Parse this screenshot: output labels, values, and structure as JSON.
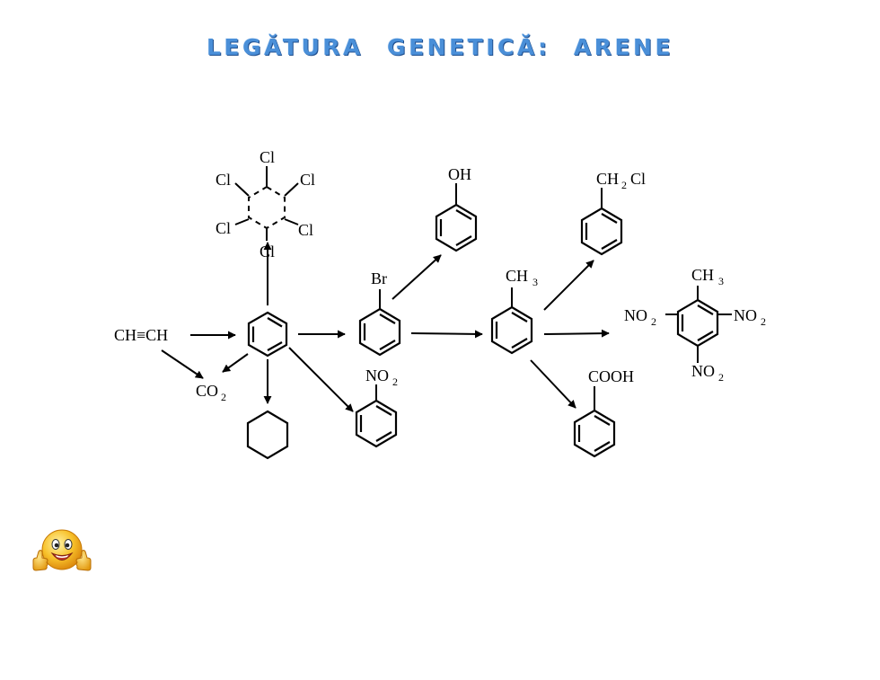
{
  "title": "LEGĂTURA  GENETICĂ:  ARENE",
  "labels": {
    "acetylene": "CH≡CH",
    "co2": "CO",
    "co2_sub": "2",
    "cl": "Cl",
    "br": "Br",
    "oh": "OH",
    "no2": "NO",
    "no2_sub": "2",
    "ch3": "CH",
    "ch3_sub": "3",
    "ch2cl_a": "CH",
    "ch2cl_sub": "2",
    "ch2cl_b": "Cl",
    "cooh": "COOH"
  },
  "icons": {
    "smiley": "thumbs-up-smiley-icon"
  },
  "colors": {
    "title": "#4a8fd8",
    "title_shadow": "#1f4f8f",
    "ink": "#000000"
  }
}
